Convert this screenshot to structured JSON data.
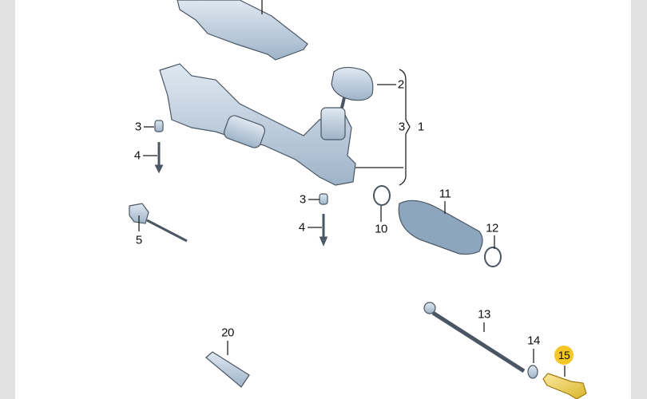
{
  "diagram": {
    "title": "Steering rack parts diagram",
    "highlight_color": "#f3c726",
    "part_color": "#b9cbdc",
    "callouts": [
      {
        "id": "2",
        "label": "2"
      },
      {
        "id": "3a",
        "label": "3"
      },
      {
        "id": "4a",
        "label": "4"
      },
      {
        "id": "3b",
        "label": "3"
      },
      {
        "id": "1",
        "label": "1"
      },
      {
        "id": "3c",
        "label": "3"
      },
      {
        "id": "4b",
        "label": "4"
      },
      {
        "id": "5",
        "label": "5"
      },
      {
        "id": "10",
        "label": "10"
      },
      {
        "id": "11",
        "label": "11"
      },
      {
        "id": "12",
        "label": "12"
      },
      {
        "id": "13",
        "label": "13"
      },
      {
        "id": "14",
        "label": "14"
      },
      {
        "id": "15",
        "label": "15",
        "highlighted": true
      },
      {
        "id": "20",
        "label": "20"
      }
    ]
  }
}
